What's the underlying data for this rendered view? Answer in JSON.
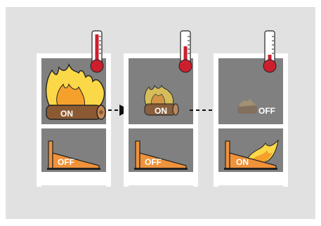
{
  "colors": {
    "panel_bg": "#e1e1e1",
    "frame": "#ffffff",
    "slot": "#808080",
    "thermometer_red": "#cc1f2e",
    "flame_yellow": "#fbd848",
    "flame_orange": "#f6a02c",
    "log_brown": "#8b5a33",
    "damper_orange": "#f0923a"
  },
  "stages": [
    {
      "fire": {
        "state_label": "ON",
        "intensity": 1.0
      },
      "damper": {
        "state_label": "OFF",
        "open": false
      }
    },
    {
      "fire": {
        "state_label": "ON",
        "intensity": 0.55
      },
      "damper": {
        "state_label": "OFF",
        "open": false
      }
    },
    {
      "fire": {
        "state_label": "OFF",
        "intensity": 0.15
      },
      "damper": {
        "state_label": "ON",
        "open": true
      }
    }
  ]
}
